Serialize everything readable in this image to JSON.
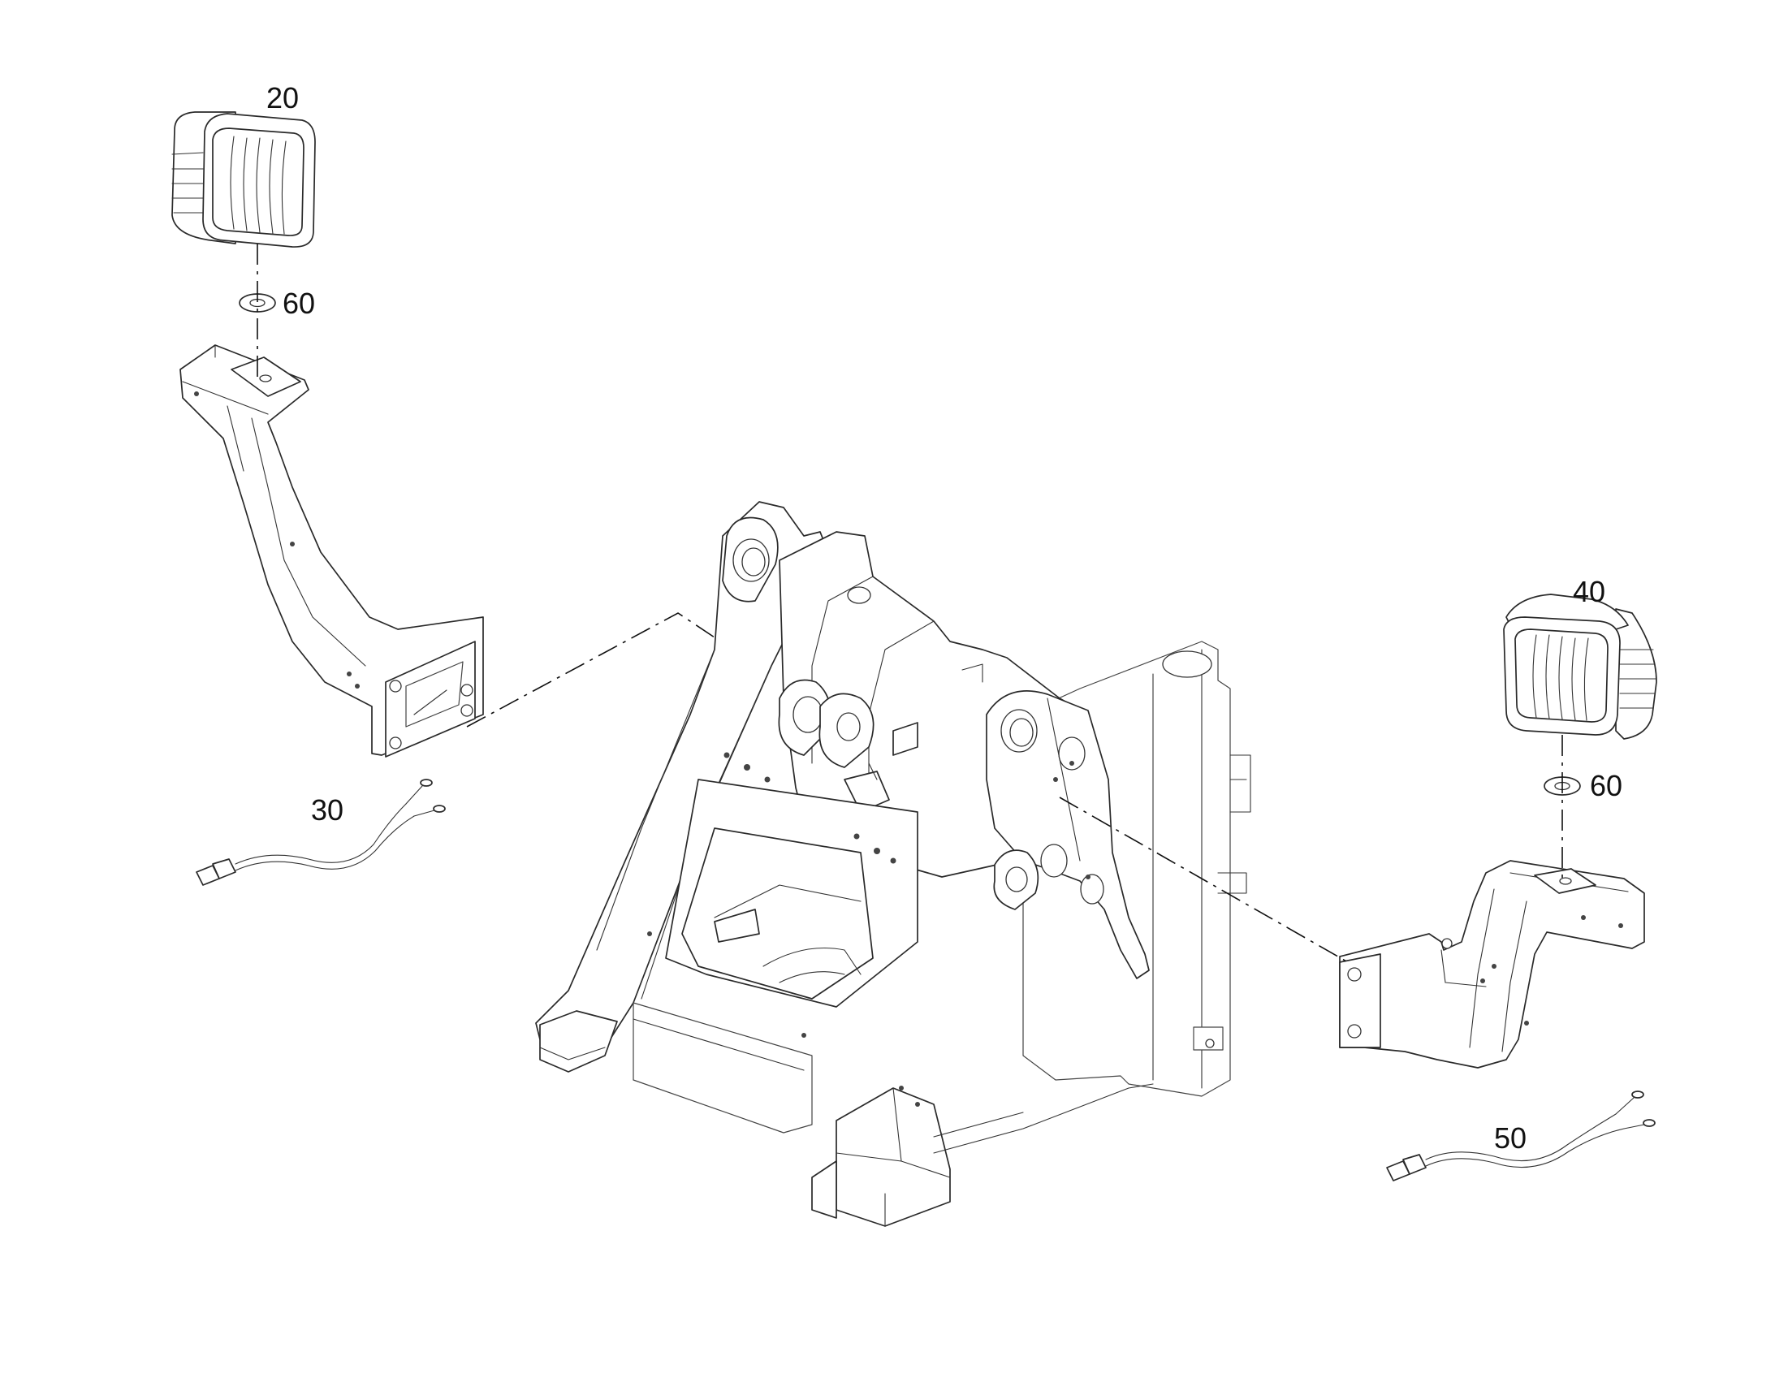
{
  "callouts": {
    "part_20": "20",
    "part_60_left": "60",
    "part_30": "30",
    "part_40": "40",
    "part_60_right": "60",
    "part_50": "50"
  }
}
